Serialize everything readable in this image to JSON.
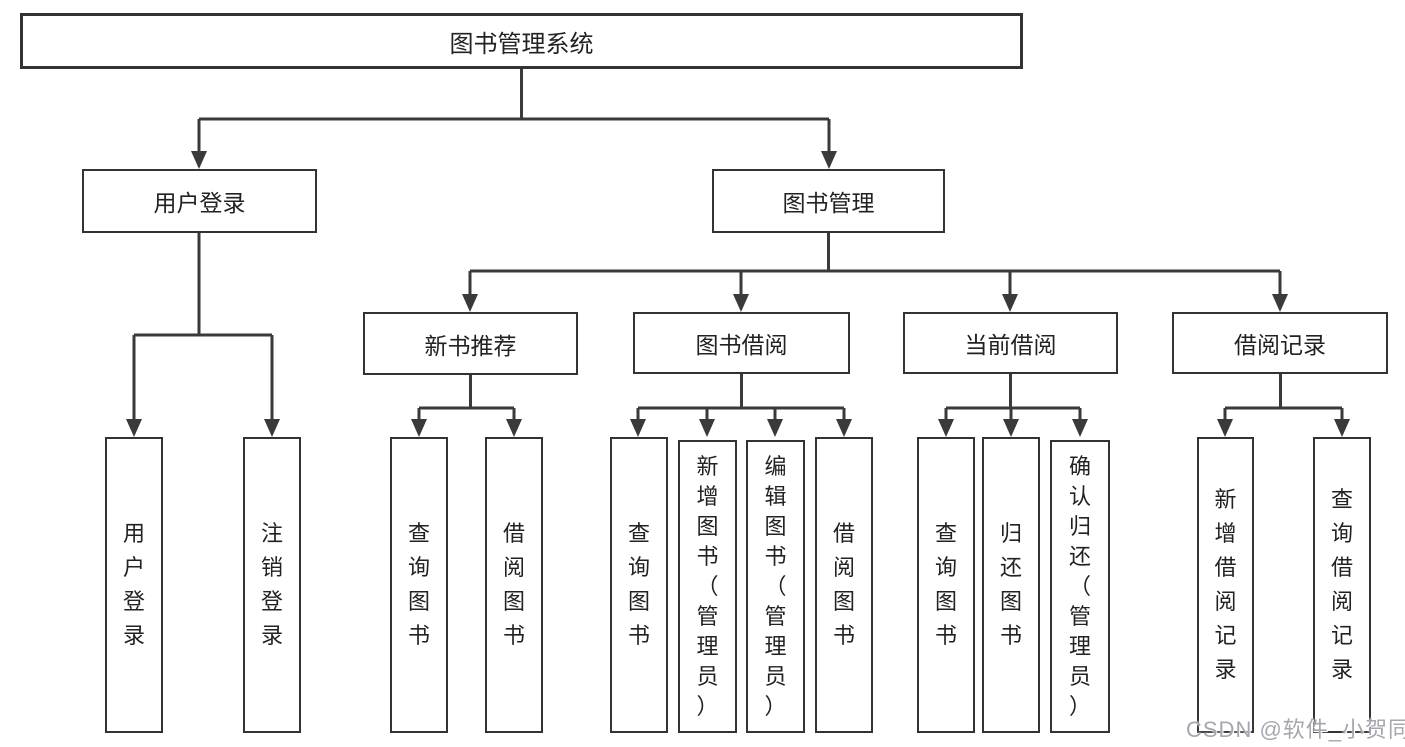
{
  "diagram": {
    "root": "图书管理系统",
    "branches": [
      {
        "label": "用户登录",
        "leaves": [
          "用户登录",
          "注销登录"
        ]
      },
      {
        "label": "图书管理",
        "groups": [
          {
            "label": "新书推荐",
            "leaves": [
              "查询图书",
              "借阅图书"
            ]
          },
          {
            "label": "图书借阅",
            "leaves": [
              "查询图书",
              "新增图书（管理员）",
              "编辑图书（管理员）",
              "借阅图书"
            ]
          },
          {
            "label": "当前借阅",
            "leaves": [
              "查询图书",
              "归还图书",
              "确认归还（管理员）"
            ]
          },
          {
            "label": "借阅记录",
            "leaves": [
              "新增借阅记录",
              "查询借阅记录"
            ]
          }
        ]
      }
    ]
  },
  "watermark": "CSDN @软件_小贺同学",
  "colors": {
    "line": "#3a3a3a",
    "border": "#333333",
    "text": "#222222",
    "watermark": "#a6a6b0",
    "background": "#ffffff"
  }
}
